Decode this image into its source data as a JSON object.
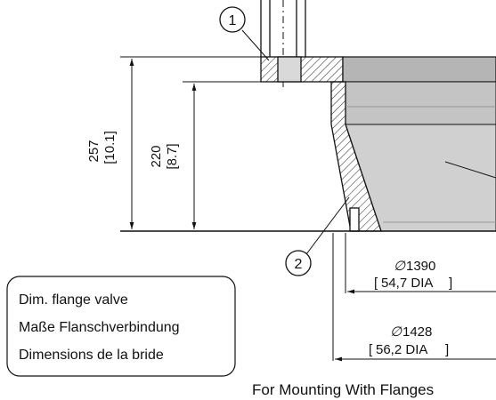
{
  "callouts": {
    "bolt": "1",
    "pin": "2"
  },
  "dimensions": {
    "height_total_mm": "257",
    "height_total_in": "[10.1]",
    "height_inner_mm": "220",
    "height_inner_in": "[8.7]",
    "dia_inner_mm": "1390",
    "dia_inner_in": "54,7 DIA",
    "dia_outer_mm": "1428",
    "dia_outer_in": "56,2 DIA",
    "dia_symbol": "∅"
  },
  "legend_box": {
    "line1": "Dim. flange valve",
    "line2": "Maße Flanschverbindung",
    "line3": "Dimensions de la bride"
  },
  "caption": "For Mounting With Flanges",
  "colors": {
    "line": "#111111",
    "body_fill": "#c8c8c8",
    "body_dark": "#9a9a9a",
    "hatch": "#333333"
  }
}
